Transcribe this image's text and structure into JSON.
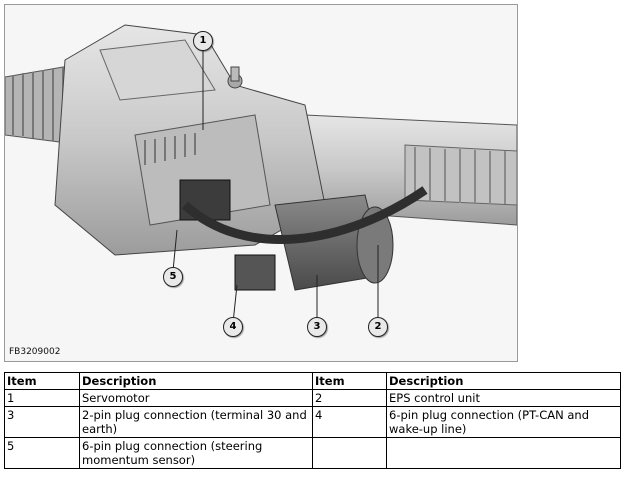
{
  "figure": {
    "code": "FB3209002",
    "callouts": [
      "1",
      "2",
      "3",
      "4",
      "5"
    ]
  },
  "table": {
    "headers": [
      "Item",
      "Description",
      "Item",
      "Description"
    ],
    "rows": [
      [
        "1",
        "Servomotor",
        "2",
        "EPS control unit"
      ],
      [
        "3",
        "2-pin plug connection (terminal 30 and earth)",
        "4",
        "6-pin plug connection (PT-CAN and wake-up line)"
      ],
      [
        "5",
        "6-pin plug connection (steering momentum sensor)",
        "",
        ""
      ]
    ]
  }
}
